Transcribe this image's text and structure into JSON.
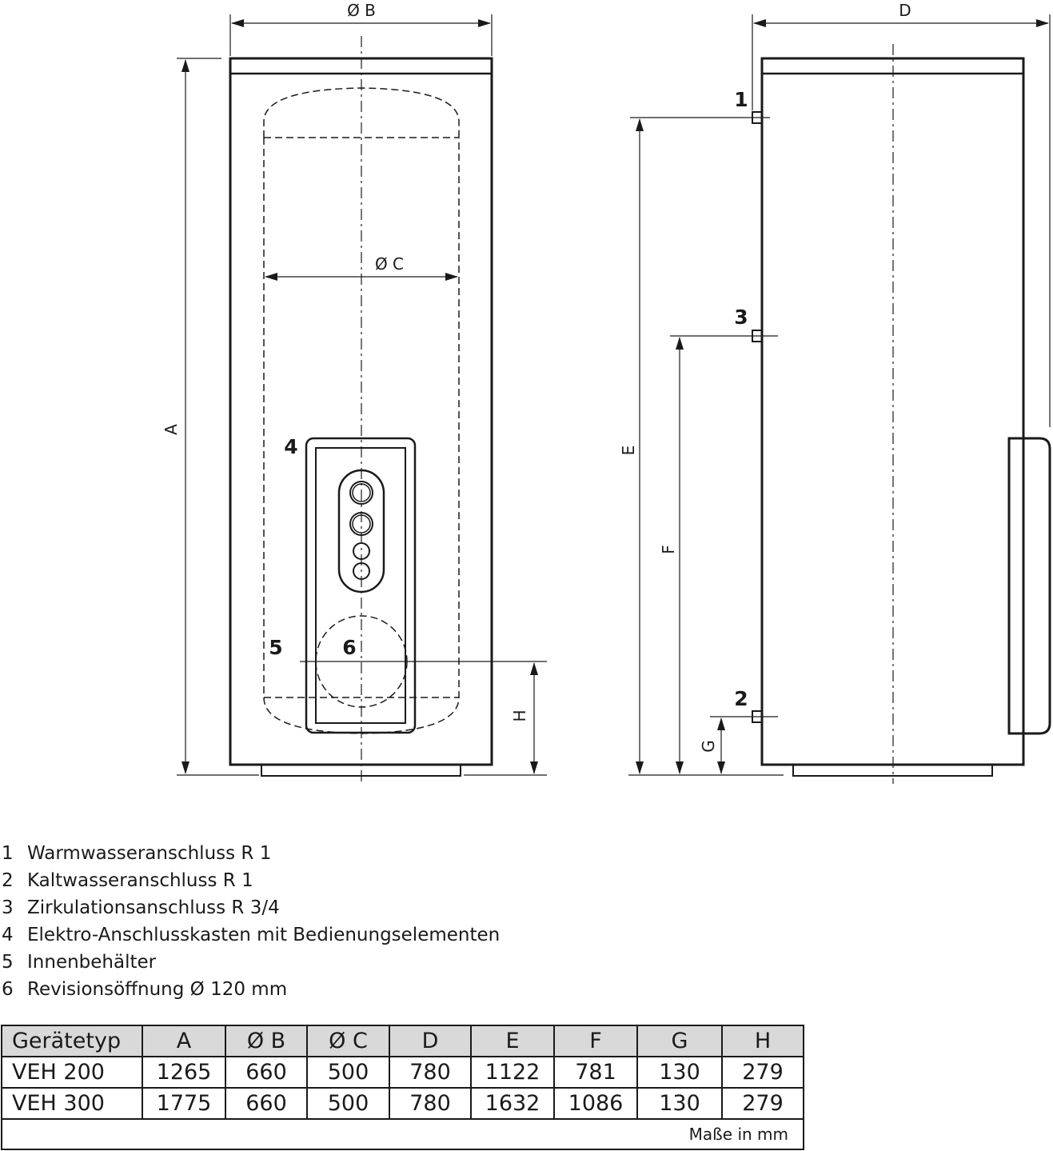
{
  "labels": {
    "dim_b": "Ø B",
    "dim_c": "Ø C",
    "dim_d": "D",
    "dim_a": "A",
    "dim_e": "E",
    "dim_f": "F",
    "dim_g": "G",
    "dim_h": "H",
    "ref_1": "1",
    "ref_2": "2",
    "ref_3": "3",
    "ref_4": "4",
    "ref_5": "5",
    "ref_6": "6"
  },
  "legend": [
    {
      "num": "1",
      "text": "Warmwasseranschluss R 1"
    },
    {
      "num": "2",
      "text": "Kaltwasseranschluss R 1"
    },
    {
      "num": "3",
      "text": "Zirkulationsanschluss R 3/4"
    },
    {
      "num": "4",
      "text": "Elektro-Anschlusskasten mit Bedienungselementen"
    },
    {
      "num": "5",
      "text": "Innenbehälter"
    },
    {
      "num": "6",
      "text": "Revisionsöffnung Ø 120 mm"
    }
  ],
  "table": {
    "headers": [
      "Gerätetyp",
      "A",
      "Ø B",
      "Ø C",
      "D",
      "E",
      "F",
      "G",
      "H"
    ],
    "rows": [
      [
        "VEH 200",
        "1265",
        "660",
        "500",
        "780",
        "1122",
        "781",
        "130",
        "279"
      ],
      [
        "VEH 300",
        "1775",
        "660",
        "500",
        "780",
        "1632",
        "1086",
        "130",
        "279"
      ]
    ],
    "unit_note": "Maße in mm"
  }
}
